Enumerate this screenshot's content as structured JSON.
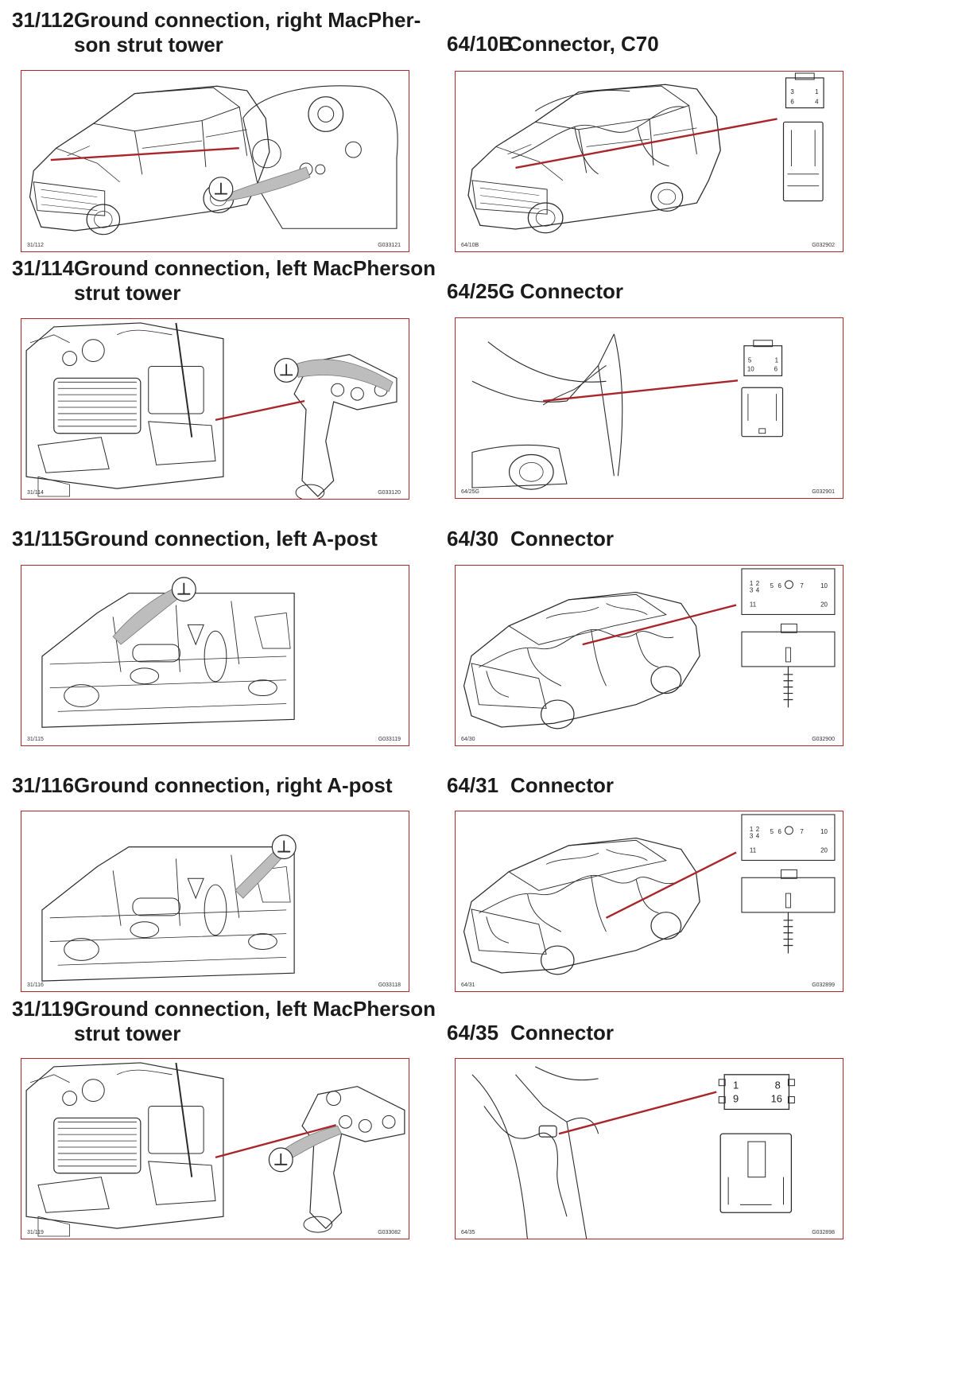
{
  "left_column": [
    {
      "code": "31/112",
      "title_lines": [
        "Ground connection, right MacPher-",
        "son strut tower"
      ],
      "fig_label": "31/112",
      "fig_id": "G033121"
    },
    {
      "code": "31/114",
      "title_lines": [
        "Ground connection, left MacPherson",
        "strut tower"
      ],
      "fig_label": "31/114",
      "fig_id": "G033120"
    },
    {
      "code": "31/115",
      "title_lines": [
        "Ground connection, left A-post"
      ],
      "fig_label": "31/115",
      "fig_id": "G033119"
    },
    {
      "code": "31/116",
      "title_lines": [
        "Ground connection, right A-post"
      ],
      "fig_label": "31/116",
      "fig_id": "G033118"
    },
    {
      "code": "31/119",
      "title_lines": [
        "Ground connection, left MacPherson",
        "strut tower"
      ],
      "fig_label": "31/119",
      "fig_id": "G033082"
    }
  ],
  "right_column": [
    {
      "code": "64/10B",
      "title_lines": [
        "Connector, C70"
      ],
      "fig_label": "64/10B",
      "fig_id": "G032902"
    },
    {
      "code": "64/25G",
      "title_lines": [
        "Connector"
      ],
      "fig_label": "64/25G",
      "fig_id": "G032901"
    },
    {
      "code": "64/30",
      "title_lines": [
        "Connector"
      ],
      "fig_label": "64/30",
      "fig_id": "G032900"
    },
    {
      "code": "64/31",
      "title_lines": [
        "Connector"
      ],
      "fig_label": "64/31",
      "fig_id": "G032899"
    },
    {
      "code": "64/35",
      "title_lines": [
        "Connector"
      ],
      "fig_label": "64/35",
      "fig_id": "G032898"
    }
  ],
  "symbols": {
    "ground": "⊥"
  },
  "pin_labels": {
    "c10b": [
      "3",
      "1",
      "6",
      "4"
    ],
    "c25g": [
      "5",
      "1",
      "10",
      "6"
    ],
    "c30": [
      "1",
      "2",
      "3",
      "4",
      "5",
      "6",
      "7",
      "10",
      "11",
      "20"
    ],
    "c31": [
      "1",
      "2",
      "3",
      "4",
      "5",
      "6",
      "7",
      "10",
      "11",
      "20"
    ],
    "c35": [
      "1",
      "8",
      "9",
      "16"
    ]
  },
  "colors": {
    "frame": "#b3262c",
    "leader": "#a8252b",
    "line_art": "#2a2a2a"
  }
}
